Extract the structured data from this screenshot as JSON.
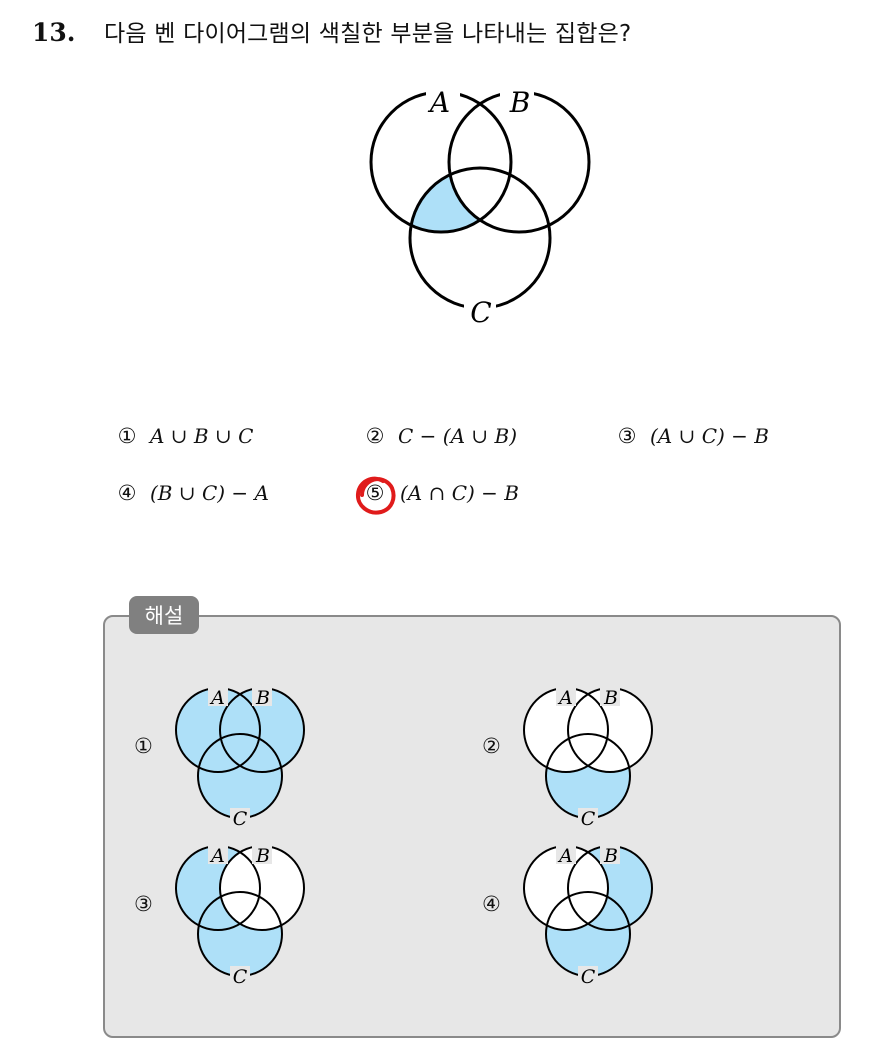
{
  "question": {
    "number": "13.",
    "text": "다음 벤 다이어그램의 색칠한 부분을 나타내는 집합은?"
  },
  "venn_labels": {
    "a": "A",
    "b": "B",
    "c": "C"
  },
  "colors": {
    "shade": "#aee0f8",
    "mark": "#e01b1b",
    "panel": "#e7e7e7",
    "tag": "#808080"
  },
  "options": [
    {
      "num": "①",
      "expr": "A ∪ B ∪ C"
    },
    {
      "num": "②",
      "expr": "C − (A ∪ B)"
    },
    {
      "num": "③",
      "expr": "(A ∪ C) − B"
    },
    {
      "num": "④",
      "expr": "(B ∪ C) − A"
    },
    {
      "num": "⑤",
      "expr": "(A ∩ C) − B"
    }
  ],
  "selected_option": "⑤",
  "solution": {
    "tag": "해설",
    "items": [
      {
        "num": "①",
        "shading": "A ∪ B ∪ C"
      },
      {
        "num": "②",
        "shading": "C − (A ∪ B)"
      },
      {
        "num": "③",
        "shading": "(A ∪ C) − B"
      },
      {
        "num": "④",
        "shading": "(B ∪ C) − A"
      }
    ]
  }
}
